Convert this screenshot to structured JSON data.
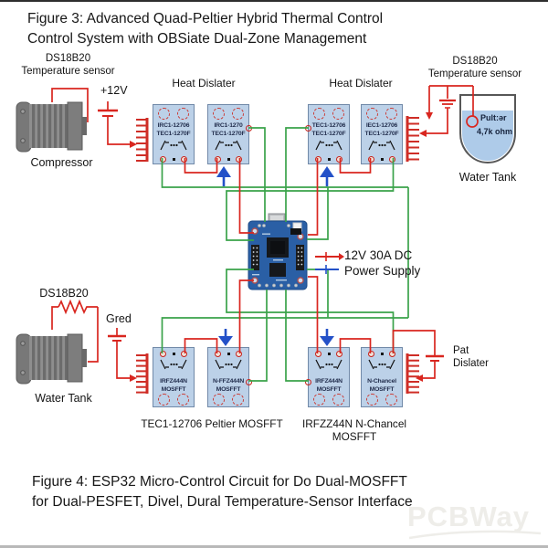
{
  "figure3_title": {
    "line1": "Figure 3: Advanced Quad-Peltier Hybrid Thermal Control",
    "line2": "Control System with OBSiate Dual-Zone Management"
  },
  "figure4_caption": {
    "line1": "Figure 4: ESP32 Micro-Control Circuit for Do Dual-MOSFFT",
    "line2": "for Dual-PESFET, Divel, Dural Temperature-Sensor Interface"
  },
  "labels": {
    "top_left_sensor_line1": "DS18B20",
    "top_left_sensor_line2": "Temperature sensor",
    "supply_plus_12v": "+12V",
    "compressor": "Compressor",
    "heat_dislater_left": "Heat Dislater",
    "heat_dislater_right": "Heat Dislater",
    "top_right_sensor_line1": "DS18B20",
    "top_right_sensor_line2": "Temperature sensor",
    "tank_probe_line1": "Pult:ər",
    "tank_probe_line2": "4,7k ohm",
    "water_tank_top_right": "Water Tank",
    "legend_line1": "12V 30A DC",
    "legend_line2": "Power Supply",
    "bottom_left_sensor": "DS18B20",
    "gred": "Gred",
    "water_tank_bottom_left": "Water Tank",
    "pat_dislater_line1": "Pat",
    "pat_dislater_line2": "Dislater",
    "left_pair_caption": "TEC1-12706 Peltier MOSFFT",
    "right_pair_caption": "IRFZZ44N N-Chancel MOSFFT"
  },
  "modules": {
    "top": [
      {
        "line1": "IRC1-12706",
        "line2": "TEC1-1270F"
      },
      {
        "line1": "IRC1-1270",
        "line2": "TEC1-1270F"
      },
      {
        "line1": "TEC1-12706",
        "line2": "TEC1-1270F"
      },
      {
        "line1": "IEC1-12706",
        "line2": "TEC1-1270F"
      }
    ],
    "bottom": [
      {
        "line1": "IRFZ444N",
        "line2": "MOSFFT"
      },
      {
        "line1": "N-FFZ444N",
        "line2": "MOSFFT"
      },
      {
        "line1": "IRFZ444N",
        "line2": "MOSFFT"
      },
      {
        "line1": "N-Chancel",
        "line2": "MOSFFT"
      }
    ]
  },
  "watermark": "PCBWay",
  "colors": {
    "wire_red": "#d9261f",
    "wire_green": "#3aa34a",
    "arrow_blue": "#2451c8",
    "module_fill": "#bcd1e8",
    "module_border": "#7189a8",
    "board_blue": "#2a5fa5",
    "water_blue": "#aecbe9",
    "watermark_gray": "#eeede9"
  }
}
